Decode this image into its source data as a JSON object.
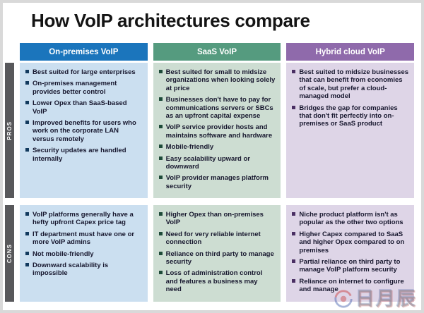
{
  "title": "How VoIP architectures compare",
  "sections": {
    "pros_label": "PROS",
    "cons_label": "CONS"
  },
  "columns": [
    {
      "header": "On-premises VoIP",
      "colors": {
        "header": "#1b75bc",
        "body": "#cbdff0",
        "bullet": "#123a5e"
      },
      "pros": [
        "Best suited for large enterprises",
        "On-premises management provides better control",
        "Lower Opex than SaaS-based VoIP",
        "Improved benefits for users who work on the corporate LAN versus remotely",
        "Security updates are handled internally"
      ],
      "cons": [
        "VoIP platforms generally have a hefty upfront Capex price tag",
        "IT department must have one or more VoIP admins",
        "Not mobile-friendly",
        "Downward scalability is impossible"
      ]
    },
    {
      "header": "SaaS VoIP",
      "colors": {
        "header": "#559b7f",
        "body": "#cdddd2",
        "bullet": "#1d4a38"
      },
      "pros": [
        "Best suited for small to midsize organizations when looking solely at price",
        "Businesses don't have to pay for communications servers or SBCs as an upfront capital expense",
        "VoIP service provider hosts and maintains software and hardware",
        "Mobile-friendly",
        "Easy scalability upward or downward",
        "VoIP provider manages platform security"
      ],
      "cons": [
        "Higher Opex than on-premises VoIP",
        "Need for very reliable internet connection",
        "Reliance on third party to manage security",
        "Loss of administration control and features a business may need"
      ]
    },
    {
      "header": "Hybrid cloud VoIP",
      "colors": {
        "header": "#8f6aab",
        "body": "#ded5e7",
        "bullet": "#4a2f63"
      },
      "pros": [
        "Best suited to midsize businesses that can benefit from economies of scale, but prefer a cloud-managed model",
        "Bridges the gap for companies that don't fit perfectly into on-premises or SaaS product"
      ],
      "cons": [
        "Niche product platform isn't as popular as the other two options",
        "Higher Capex compared to SaaS and higher Opex compared to on premises",
        "Partial reliance on third party to manage VoIP platform security",
        "Reliance on internet to configure and manage"
      ]
    }
  ],
  "watermark": {
    "text": "日月辰",
    "logo": "red-blue-circle-logo"
  }
}
